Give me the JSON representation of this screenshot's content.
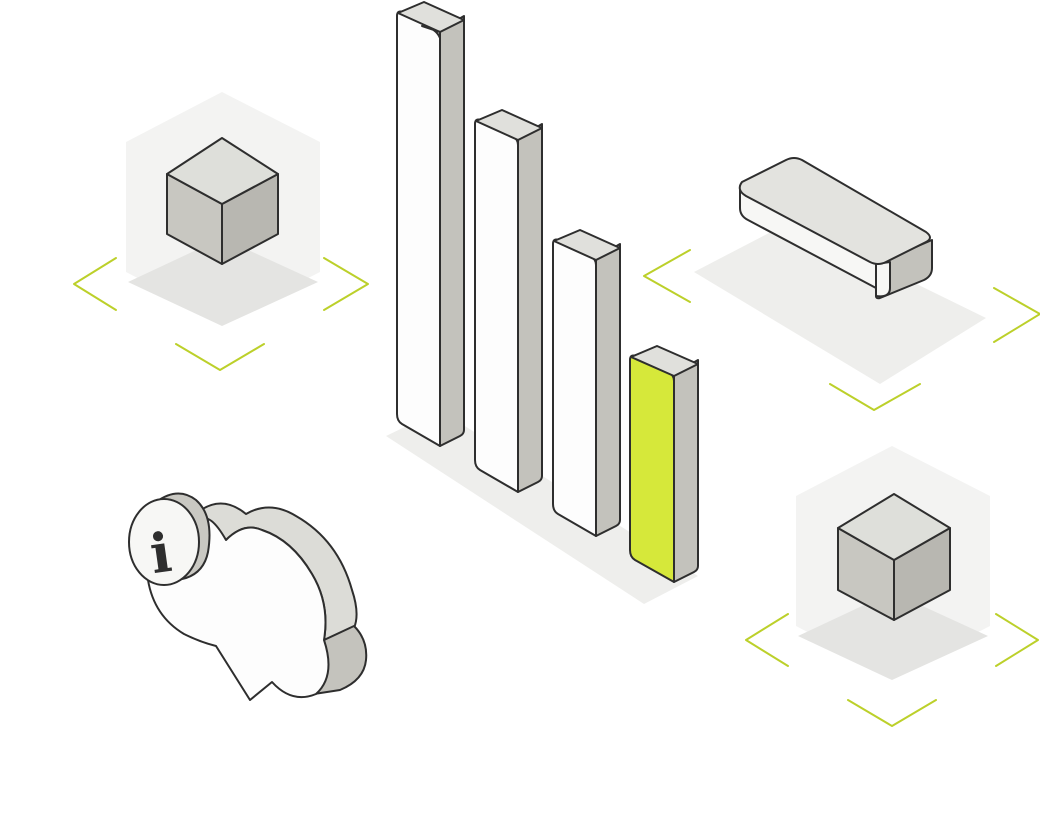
{
  "illustration": {
    "theme": {
      "ink": "#2E2E2E",
      "white": "#FDFDFD",
      "light_gray": "#E2E2DE",
      "mid_gray": "#C3C2BC",
      "dark_gray": "#B3B2AC",
      "shadow": "#EEEEEE",
      "accent": "#D6E83A",
      "accent_outline": "#BFD12B"
    },
    "info_glyph": "i",
    "elements": [
      "cube-top-left",
      "bar-chart",
      "slab-top-right",
      "cube-bottom-right",
      "info-cloud-bubble"
    ],
    "bars_highlighted_index": 3
  }
}
